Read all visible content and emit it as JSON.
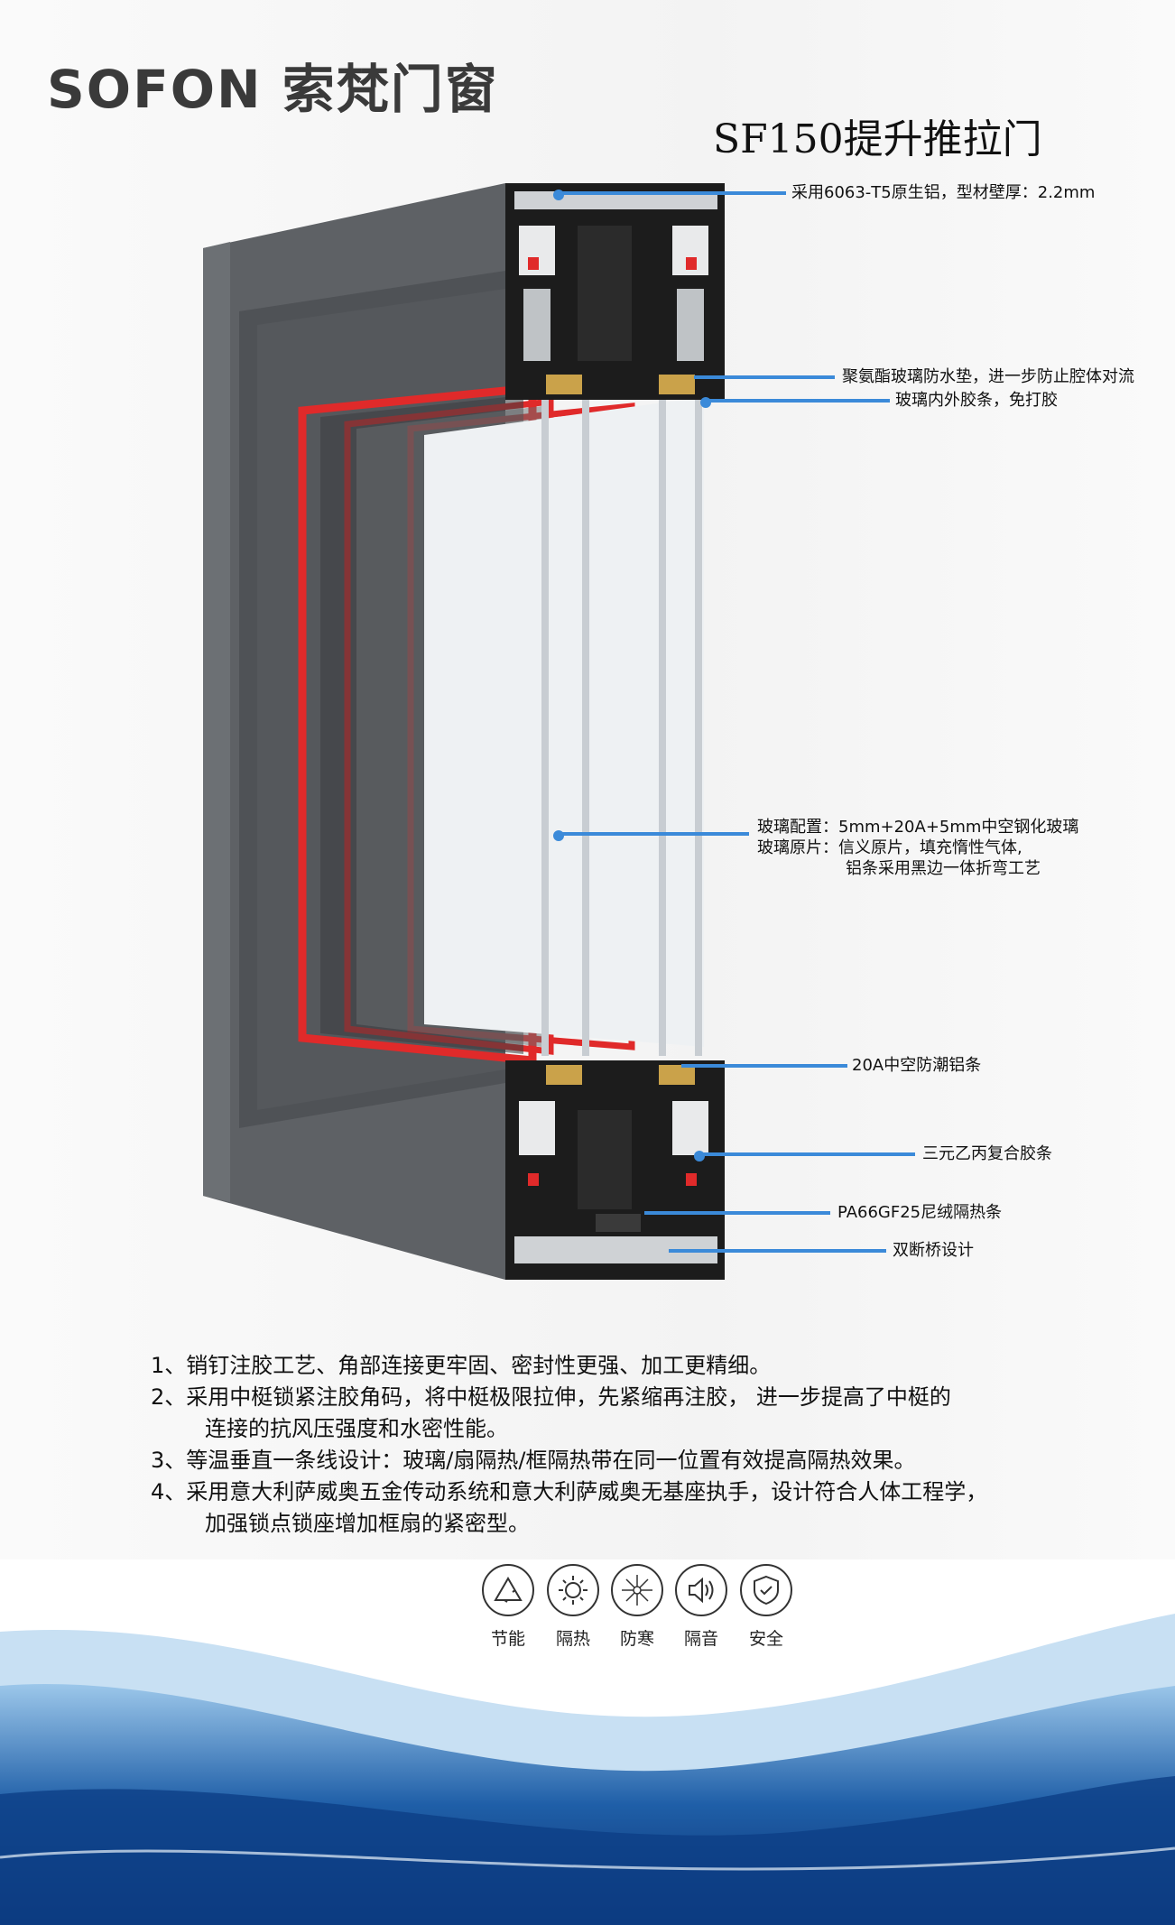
{
  "brand": {
    "logo": "SOFON 索梵门窗"
  },
  "product": {
    "title": "SF150提升推拉门"
  },
  "callouts": [
    "采用6063-T5原生铝，型材壁厚：2.2mm",
    "聚氨酯玻璃防水垫，进一步防止腔体对流",
    "玻璃内外胶条，免打胶",
    "20A中空防潮铝条",
    "三元乙丙复合胶条",
    "PA66GF25尼绒隔热条",
    "双断桥设计"
  ],
  "glass": {
    "line1": "玻璃配置：5mm+20A+5mm中空钢化玻璃",
    "line2": "玻璃原片：信义原片，填充惰性气体,",
    "line3": "铝条采用黑边一体折弯工艺"
  },
  "features": [
    "1、销钉注胶工艺、角部连接更牢固、密封性更强、加工更精细。",
    "2、采用中梃锁紧注胶角码，将中梃极限拉伸，先紧缩再注胶， 进一步提高了中梃的",
    "连接的抗风压强度和水密性能。",
    "3、等温垂直一条线设计：玻璃/扇隔热/框隔热带在同一位置有效提高隔热效果。",
    "4、采用意大利萨威奥五金传动系统和意大利萨威奥无基座执手，设计符合人体工程学，",
    "加强锁点锁座增加框扇的紧密型。"
  ],
  "icons": [
    {
      "icon": "recycle-icon",
      "label": "节能"
    },
    {
      "icon": "sun-icon",
      "label": "隔热"
    },
    {
      "icon": "snowflake-icon",
      "label": "防寒"
    },
    {
      "icon": "speaker-icon",
      "label": "隔音"
    },
    {
      "icon": "shield-check-icon",
      "label": "安全"
    }
  ],
  "colors": {
    "accent": "#3b8ad9",
    "frame": "#5b5e62",
    "seal": "#e02a2a"
  }
}
